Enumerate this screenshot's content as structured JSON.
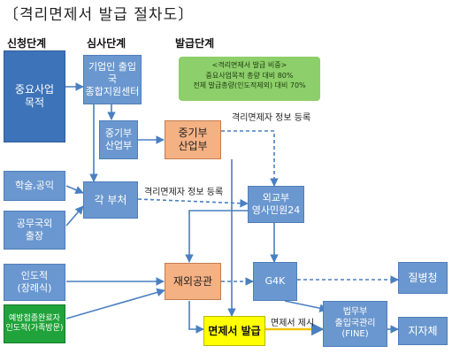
{
  "title": "〔격리면제서 발급 절차도〕",
  "stages": {
    "apply": "신청단계",
    "review": "심사단계",
    "issue": "발급단계"
  },
  "nodes": {
    "important_business": "중요사업\n목적",
    "kbiz_center": "기업인 출입국\n종합지원센터",
    "mss_review": "중기부\n산업부",
    "mss_issue": "중기부\n산업부",
    "academic": "학술,공익",
    "official_trip": "공무국외\n출장",
    "ministries": "각 부처",
    "mofa": "외교부\n영사민원24",
    "humanitarian": "인도적\n(장례식)",
    "overseas_mission": "재외공관",
    "g4k": "G4K",
    "kdca": "질병청",
    "vaccinated_family": "예방접종완료자\n인도적(가족방문)",
    "issuance": "면제서 발급",
    "moj": "법무부\n출입국관리\n(FINE)",
    "local_gov": "지자체"
  },
  "note": {
    "heading": "<격리면제서 발급 비중>",
    "line1": "중요사업목적 총량 대비 80%",
    "line2": "전체 발급총량(인도적제외) 대비 70%"
  },
  "edge_labels": {
    "registration_1": "격리면제자 정보 등록",
    "registration_2": "격리면제자 정보 등록",
    "present": "면제서 제시"
  },
  "colors": {
    "box_blue": "#3d73b8",
    "box_light_blue": "#6a97cf",
    "box_orange": "#f4b183",
    "box_yellow": "#ffff00",
    "box_green": "#20a33a",
    "note_green": "#8dcf6a",
    "arrow": "#4a7fc1"
  }
}
